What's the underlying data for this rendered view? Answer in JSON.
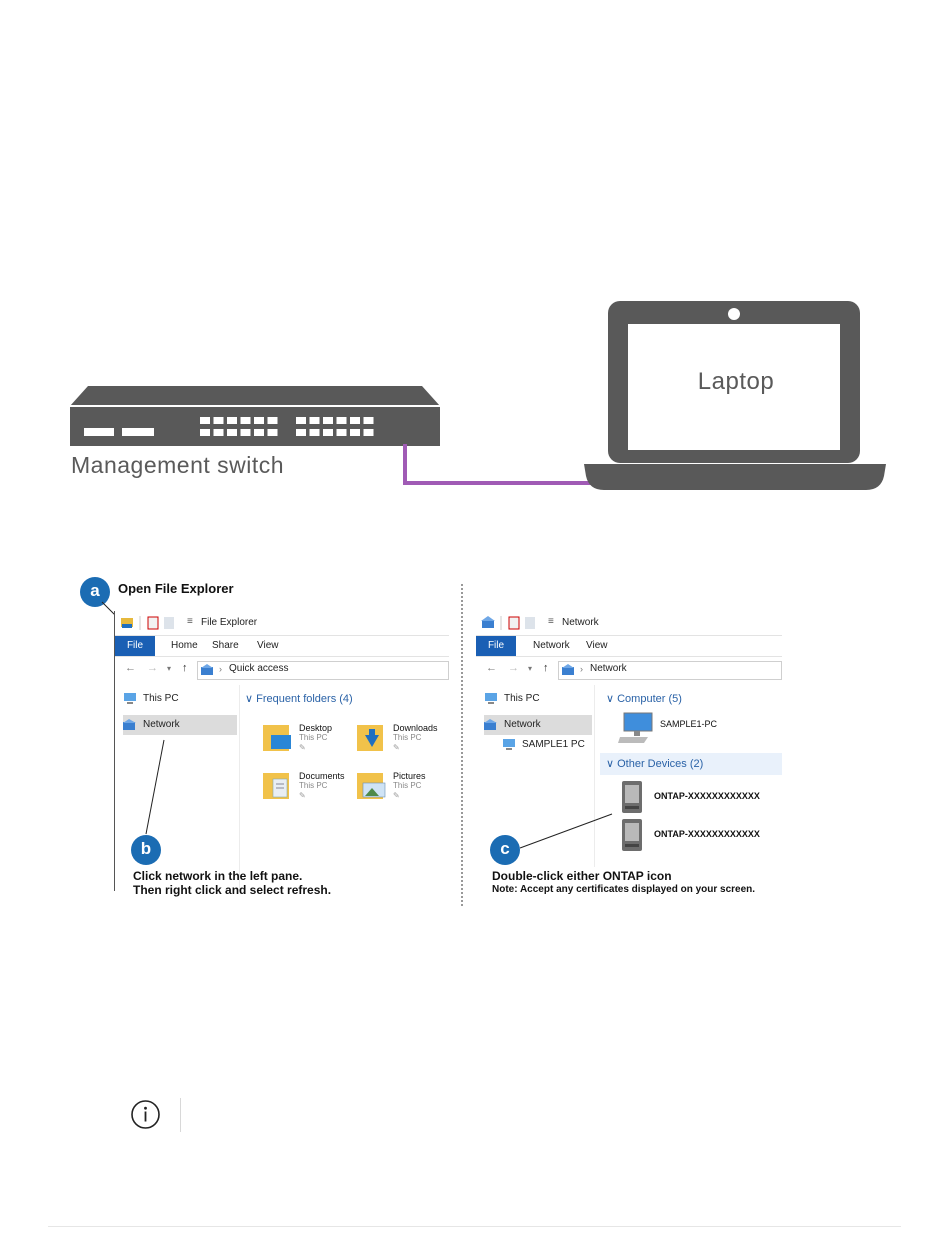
{
  "diagram": {
    "switch_label": "Management switch",
    "laptop_label": "Laptop",
    "colors": {
      "device_gray": "#595959",
      "cable": "#a05bb5",
      "step_blue": "#1b6cb3"
    }
  },
  "steps": {
    "a": {
      "badge": "a",
      "title": "Open File Explorer"
    },
    "b": {
      "badge": "b",
      "line1": "Click network in the left pane.",
      "line2": "Then right click and select refresh."
    },
    "c": {
      "badge": "c",
      "title": "Double-click either ONTAP icon",
      "note": "Note: Accept any certificates displayed on your screen."
    }
  },
  "explorer_left": {
    "window_title": "File Explorer",
    "tabs": [
      "File",
      "Home",
      "Share",
      "View"
    ],
    "address": "Quick access",
    "nav": [
      "This PC",
      "Network"
    ],
    "section": "Frequent folders (4)",
    "folders": [
      {
        "name": "Desktop",
        "sub": "This PC"
      },
      {
        "name": "Downloads",
        "sub": "This PC"
      },
      {
        "name": "Documents",
        "sub": "This PC"
      },
      {
        "name": "Pictures",
        "sub": "This PC"
      }
    ]
  },
  "explorer_right": {
    "window_title": "Network",
    "tabs": [
      "File",
      "Network",
      "View"
    ],
    "address": "Network",
    "nav": [
      "This PC",
      "Network",
      "SAMPLE1 PC"
    ],
    "computer_section": "Computer (5)",
    "computer_item": "SAMPLE1-PC",
    "other_section": "Other Devices (2)",
    "devices": [
      "ONTAP-XXXXXXXXXXXX",
      "ONTAP-XXXXXXXXXXXX"
    ]
  },
  "info_icon": "info-circle-icon"
}
